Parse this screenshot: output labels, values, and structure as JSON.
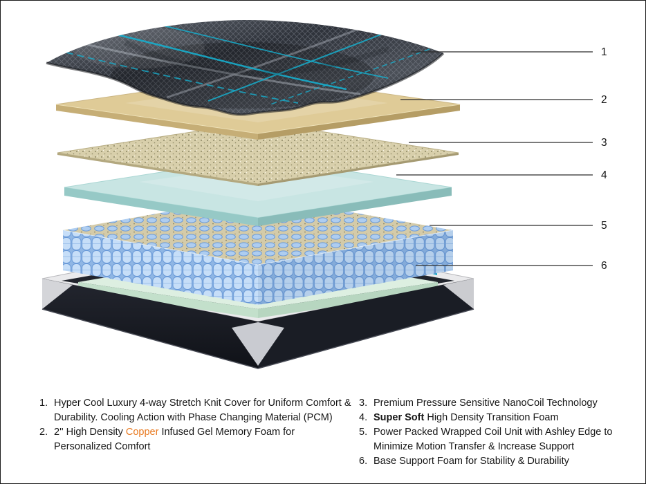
{
  "page": {
    "background_color": "#ffffff",
    "border_color": "#1a1a1a"
  },
  "diagram": {
    "name": "mattress-exploded-layer-view",
    "layers": [
      {
        "id": "1",
        "name": "stretch-knit-cover",
        "fill": "#32363e",
        "accent": "#16aecd"
      },
      {
        "id": "2",
        "name": "gel-memory-foam",
        "fill": "#dfcb97",
        "side_left": "#c6ae76",
        "side_right": "#b59d65"
      },
      {
        "id": "3",
        "name": "nanocoil-layer",
        "fill": "#d8cfab",
        "side_left": "#b3a87f",
        "side_right": "#a59a72"
      },
      {
        "id": "4",
        "name": "transition-foam",
        "fill": "#c8e5e3",
        "side_left": "#96c9c6",
        "side_right": "#89bcb9"
      },
      {
        "id": "5",
        "name": "wrapped-coil-unit",
        "coil_fill": "#c6def8",
        "coil_outline": "#6a9ad8",
        "top": "#d4cba9"
      },
      {
        "id": "6",
        "name": "base-support-foam",
        "foam": "#ddefe1",
        "shell": "#1a1d25",
        "rim": "#eaeaec",
        "logo": "#0fa6c9"
      }
    ],
    "callouts": [
      {
        "number": "1"
      },
      {
        "number": "2"
      },
      {
        "number": "3"
      },
      {
        "number": "4"
      },
      {
        "number": "5"
      },
      {
        "number": "6"
      }
    ]
  },
  "legend": {
    "text_color": "#161616",
    "accent_copper": "#e8791f",
    "left": [
      {
        "number": "1.",
        "segments": [
          {
            "text": "Hyper Cool Luxury 4-way Stretch Knit Cover for Uniform Comfort & Durability. Cooling Action with Phase Changing Material (PCM)"
          }
        ]
      },
      {
        "number": "2.",
        "segments": [
          {
            "text": "2'' High Density "
          },
          {
            "text": "Copper"
          },
          {
            "text": " Infused Gel Memory Foam for Personalized Comfort"
          }
        ]
      }
    ],
    "right": [
      {
        "number": "3.",
        "segments": [
          {
            "text": "Premium Pressure Sensitive NanoCoil Technology"
          }
        ]
      },
      {
        "number": "4.",
        "segments": [
          {
            "text": "Super Soft"
          },
          {
            "text": " High Density Transition Foam"
          }
        ]
      },
      {
        "number": "5.",
        "segments": [
          {
            "text": "Power Packed Wrapped Coil Unit with Ashley Edge to Minimize Motion Transfer & Increase Support"
          }
        ]
      },
      {
        "number": "6.",
        "segments": [
          {
            "text": "Base Support Foam for Stability & Durability"
          }
        ]
      }
    ]
  }
}
